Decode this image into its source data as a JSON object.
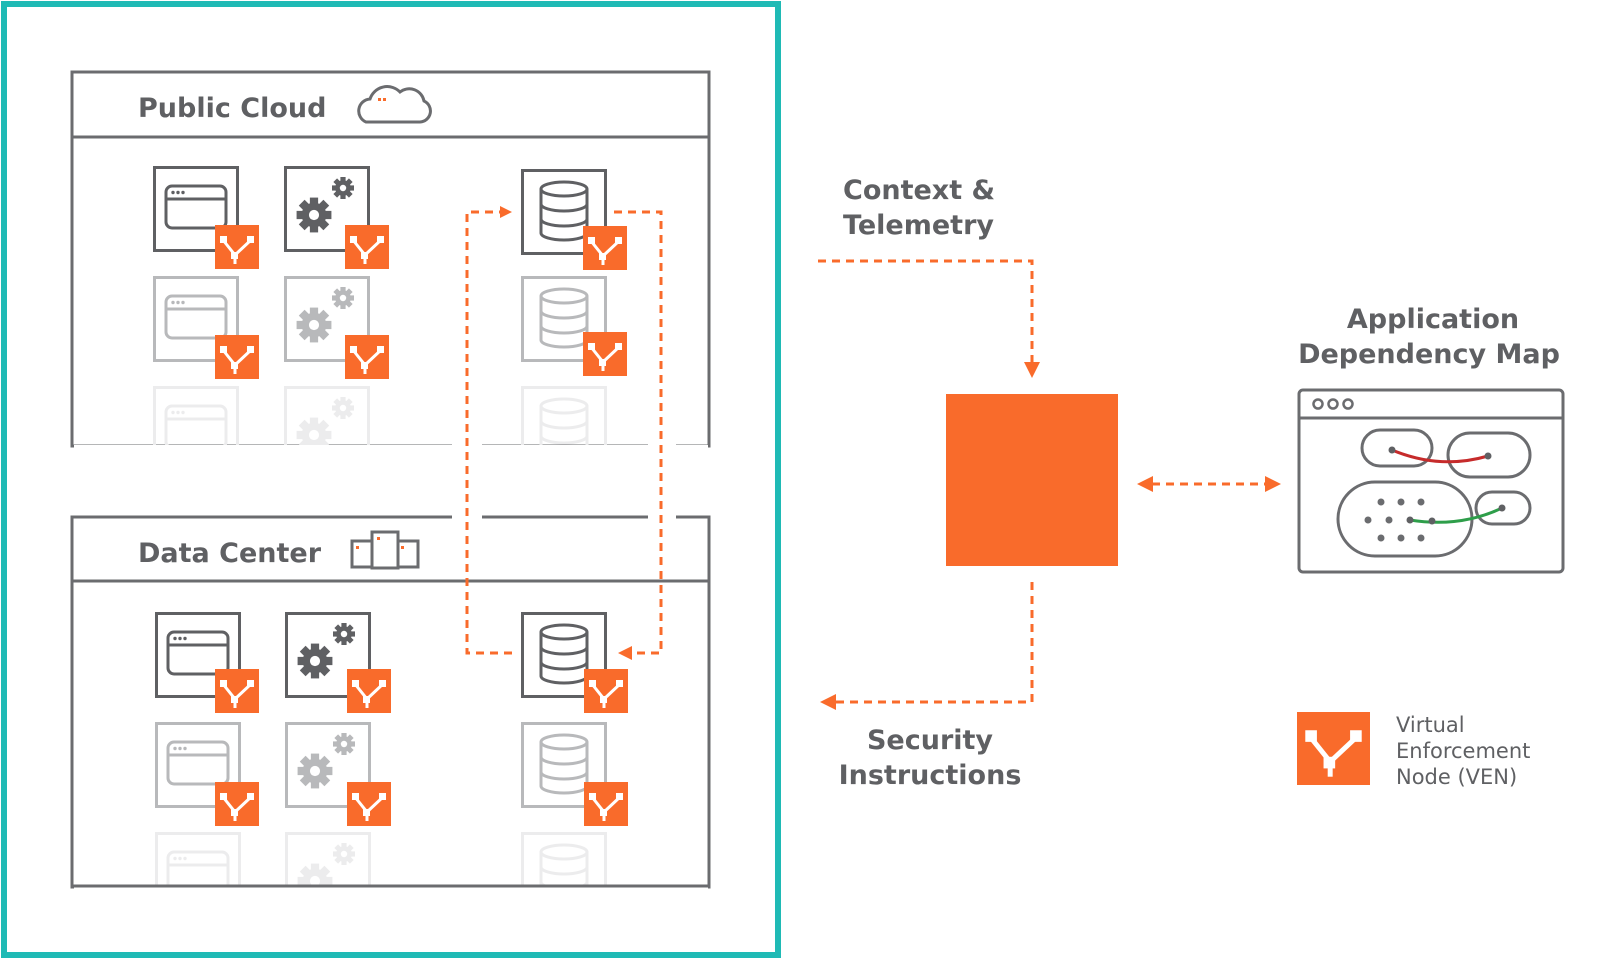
{
  "colors": {
    "frame": "#1fbab5",
    "orange": "#f96b2b",
    "dark_gray": "#5f6063",
    "mid_gray": "#7a7b7e",
    "light_gray": "#bcbdbf",
    "faint_gray": "#e6e6e7",
    "link_red": "#c62b2b",
    "link_green": "#2e9e4a"
  },
  "zones": {
    "public_cloud": {
      "title": "Public Cloud",
      "icon": "cloud-icon"
    },
    "data_center": {
      "title": "Data Center",
      "icon": "servers-icon"
    }
  },
  "workload_icons": [
    "browser-window-icon",
    "gears-icon",
    "database-icon"
  ],
  "flows": {
    "context_line1": "Context &",
    "context_line2": "Telemetry",
    "security_line1": "Security",
    "security_line2": "Instructions"
  },
  "central_node": {
    "icon": "policy-engine-square"
  },
  "app_map": {
    "title_line1": "Application",
    "title_line2": "Dependency Map",
    "icon": "dependency-map-window-icon"
  },
  "legend": {
    "icon": "ven-icon",
    "line1": "Virtual",
    "line2": "Enforcement",
    "line3": "Node (VEN)"
  }
}
